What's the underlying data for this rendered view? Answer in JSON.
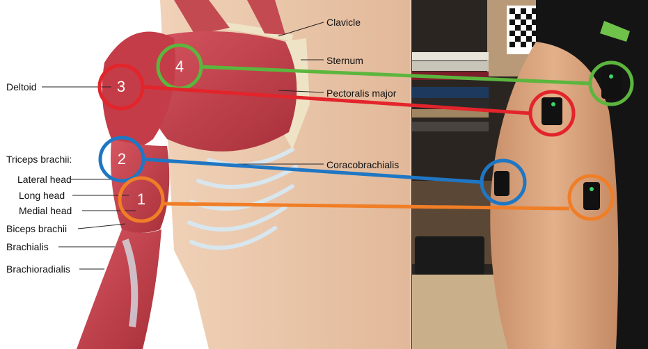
{
  "anatomy_labels": {
    "clavicle": "Clavicle",
    "sternum": "Sternum",
    "pectoralis_major": "Pectoralis major",
    "coracobrachialis": "Coracobrachialis",
    "deltoid": "Deltoid",
    "triceps_brachii": "Triceps brachii:",
    "lateral_head": "Lateral head",
    "long_head": "Long head",
    "medial_head": "Medial head",
    "biceps_brachii": "Biceps brachii",
    "brachialis": "Brachialis",
    "brachioradialis": "Brachioradialis"
  },
  "sensor_markers": [
    {
      "number": "1",
      "color": "#f07e26"
    },
    {
      "number": "2",
      "color": "#1f77c4"
    },
    {
      "number": "3",
      "color": "#e3242b"
    },
    {
      "number": "4",
      "color": "#5cb63e"
    }
  ],
  "colors": {
    "muscle": "#c8404a",
    "muscle_dark": "#9e2a33",
    "skin": "#e8c2a4",
    "background": "#ffffff"
  }
}
